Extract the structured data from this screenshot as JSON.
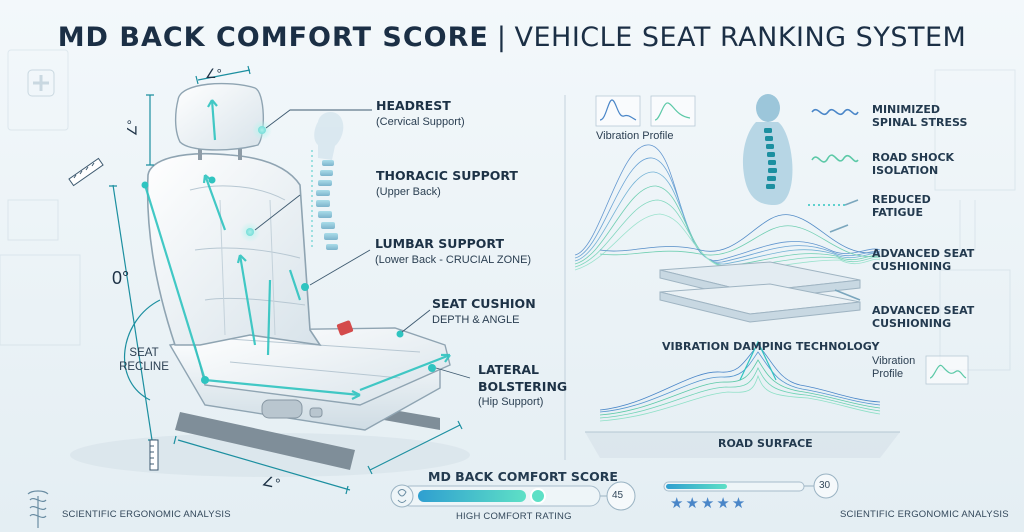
{
  "title": {
    "bold": "MD BACK COMFORT SCORE",
    "separator": "|",
    "rest": "VEHICLE SEAT RANKING SYSTEM"
  },
  "seat_callouts": [
    {
      "label": "HEADREST",
      "sub": "(Cervical Support)"
    },
    {
      "label": "THORACIC SUPPORT",
      "sub": "(Upper Back)"
    },
    {
      "label": "LUMBAR SUPPORT",
      "sub": "(Lower Back - CRUCIAL ZONE)"
    },
    {
      "label": "SEAT CUSHION",
      "sub": "DEPTH & ANGLE"
    },
    {
      "label": "LATERAL BOLSTERING",
      "line1": "LATERAL",
      "line2": "BOLSTERING",
      "sub": "(Hip Support)"
    }
  ],
  "angles": {
    "top": "∠°",
    "headrest": "∠°",
    "backrest": "0°",
    "base": "∠°"
  },
  "seat_recline": {
    "line1": "SEAT",
    "line2": "RECLINE"
  },
  "right_panel": {
    "vibration_profile_top": "Vibration Profile",
    "benefits": [
      {
        "line1": "MINIMIZED",
        "line2": "SPINAL STRESS"
      },
      {
        "line1": "ROAD SHOCK",
        "line2": "ISOLATION"
      },
      {
        "line1": "REDUCED",
        "line2": "FATIGUE"
      },
      {
        "line1": "ADVANCED SEAT",
        "line2": "CUSHIONING"
      },
      {
        "line1": "ADVANCED SEAT",
        "line2": "CUSHIONING"
      }
    ],
    "damping_label": "VIBRATION DAMPING TECHNOLOGY",
    "vibration_profile_bottom": {
      "line1": "Vibration",
      "line2": "Profile"
    },
    "road_surface": "ROAD SURFACE"
  },
  "score_bar": {
    "label": "MD BACK COMFORT SCORE",
    "value": "45",
    "rating": "HIGH COMFORT RATING",
    "fill_fraction": 0.6
  },
  "star_bar": {
    "value": "30",
    "stars": "★★★★★",
    "fill_fraction": 0.45
  },
  "footer": {
    "left": "SCIENTIFIC ERGONOMIC ANALYSIS",
    "right": "SCIENTIFIC ERGONOMIC ANALYSIS"
  },
  "colors": {
    "accent": "#2fc4c0",
    "accent_dark": "#1c8fa0",
    "ink": "#1b2f45",
    "wave_blue": "#4a86c8",
    "wave_green": "#5cc9a7"
  },
  "icons": [
    "caduceus-icon",
    "medical-badge-icon",
    "ruler-icon",
    "spine-icon",
    "human-silhouette-icon"
  ]
}
